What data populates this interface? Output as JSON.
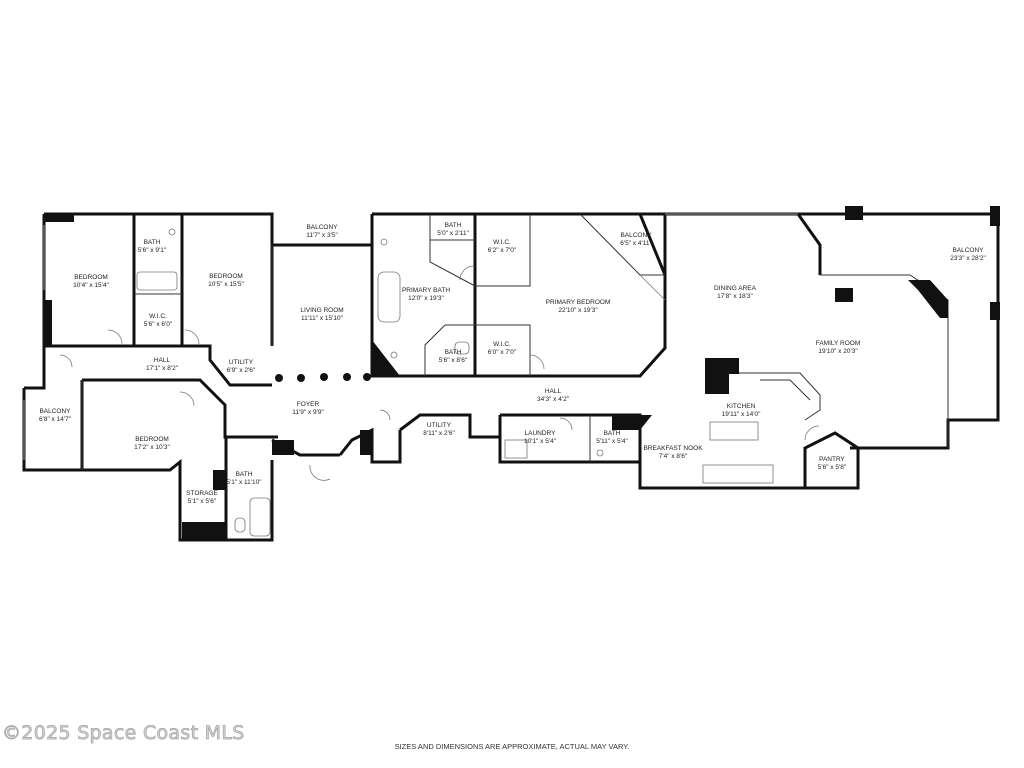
{
  "rooms": [
    {
      "id": "balcony-left",
      "name": "BALCONY",
      "dims": "6'8\" x 14'7\""
    },
    {
      "id": "bedroom-1",
      "name": "BEDROOM",
      "dims": "10'4\" x 15'4\""
    },
    {
      "id": "bath-1",
      "name": "BATH",
      "dims": "5'6\" x 9'1\""
    },
    {
      "id": "wic-1",
      "name": "W.I.C.",
      "dims": "5'6\" x 6'0\""
    },
    {
      "id": "bedroom-2",
      "name": "BEDROOM",
      "dims": "10'5\" x 15'5\""
    },
    {
      "id": "hall-1",
      "name": "HALL",
      "dims": "17'1\" x 8'2\""
    },
    {
      "id": "utility-1",
      "name": "UTILITY",
      "dims": "6'9\" x 2'6\""
    },
    {
      "id": "bedroom-3",
      "name": "BEDROOM",
      "dims": "17'2\" x 10'3\""
    },
    {
      "id": "storage",
      "name": "STORAGE",
      "dims": "5'1\" x 5'6\""
    },
    {
      "id": "bath-2",
      "name": "BATH",
      "dims": "5'1\" x 11'10\""
    },
    {
      "id": "balcony-center",
      "name": "BALCONY",
      "dims": "11'7\" x 3'5\""
    },
    {
      "id": "living-room",
      "name": "LIVING ROOM",
      "dims": "11'11\" x 15'10\""
    },
    {
      "id": "foyer",
      "name": "FOYER",
      "dims": "11'9\" x 9'9\""
    },
    {
      "id": "primary-bath",
      "name": "PRIMARY BATH",
      "dims": "12'0\" x 19'3\""
    },
    {
      "id": "bath-3",
      "name": "BATH",
      "dims": "5'0\" x 2'11\""
    },
    {
      "id": "wic-2",
      "name": "W.I.C.",
      "dims": "6'2\" x 7'0\""
    },
    {
      "id": "bath-4",
      "name": "BATH",
      "dims": "5'6\" x 8'6\""
    },
    {
      "id": "wic-3",
      "name": "W.I.C.",
      "dims": "6'0\" x 7'0\""
    },
    {
      "id": "primary-bedroom",
      "name": "PRIMARY BEDROOM",
      "dims": "22'10\" x 19'3\""
    },
    {
      "id": "balcony-primary",
      "name": "BALCONY",
      "dims": "6'5\" x 4'11\""
    },
    {
      "id": "hall-2",
      "name": "HALL",
      "dims": "34'3\" x 4'2\""
    },
    {
      "id": "utility-2",
      "name": "UTILITY",
      "dims": "8'11\" x 2'6\""
    },
    {
      "id": "laundry",
      "name": "LAUNDRY",
      "dims": "10'1\" x 5'4\""
    },
    {
      "id": "bath-5",
      "name": "BATH",
      "dims": "5'11\" x 5'4\""
    },
    {
      "id": "dining-area",
      "name": "DINING AREA",
      "dims": "17'8\" x 18'3\""
    },
    {
      "id": "kitchen",
      "name": "KITCHEN",
      "dims": "19'11\" x 14'0\""
    },
    {
      "id": "breakfast-nook",
      "name": "BREAKFAST NOOK",
      "dims": "7'4\" x 8'6\""
    },
    {
      "id": "family-room",
      "name": "FAMILY ROOM",
      "dims": "19'10\" x 20'3\""
    },
    {
      "id": "pantry",
      "name": "PANTRY",
      "dims": "5'6\" x 5'8\""
    },
    {
      "id": "balcony-right",
      "name": "BALCONY",
      "dims": "23'3\" x 28'2\""
    }
  ],
  "watermark": "©2025 Space Coast MLS",
  "disclaimer": "SIZES AND DIMENSIONS ARE APPROXIMATE, ACTUAL MAY VARY."
}
